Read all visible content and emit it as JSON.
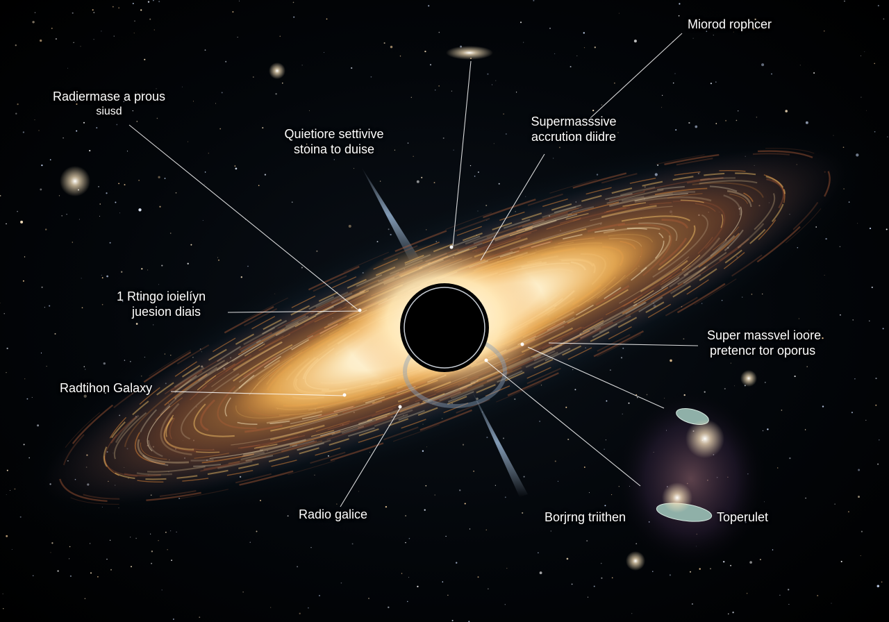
{
  "labels": {
    "top_right": {
      "line1": "Miorod rophcer"
    },
    "upper_left": {
      "line1": "Radiermase a prous",
      "line2": "siusd"
    },
    "upper_center": {
      "line1": "Quietiore settivive",
      "line2": "stoina to duise"
    },
    "upper_right": {
      "line1": "Supermasssive",
      "line2": "accrution diidre"
    },
    "mid_left": {
      "line1": "1 Rtingo ioielíyn",
      "line2": "juesion diais"
    },
    "right": {
      "line1": "Super massvel ioore",
      "line2": "pretencr tor oporus"
    },
    "left": {
      "line1": "Radtihon Galaxy"
    },
    "bottom_center": {
      "line1": "Radio galice"
    },
    "bottom_right_1": {
      "line1": "Borjrng triithen"
    },
    "bottom_right_2": {
      "line1": "Toperulet"
    }
  },
  "colors": {
    "space": "#000000",
    "disk_hot": "#fff4d6",
    "disk_mid": "#f2a640",
    "disk_outer": "#8a4a2a",
    "halo_blue": "#2a5a78",
    "jet": "#9fc4e8",
    "label": "#ffffff"
  }
}
